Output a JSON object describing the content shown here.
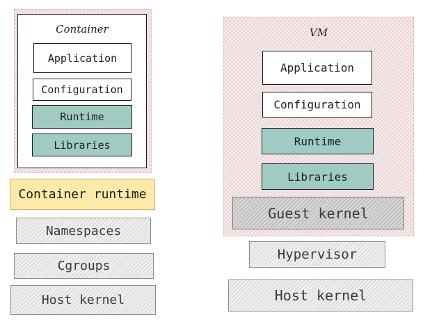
{
  "container_stack": {
    "title": "Container",
    "layers": {
      "application": "Application",
      "configuration": "Configuration",
      "runtime": "Runtime",
      "libraries": "Libraries"
    },
    "container_runtime": "Container runtime",
    "namespaces": "Namespaces",
    "cgroups": "Cgroups",
    "host_kernel": "Host kernel"
  },
  "vm_stack": {
    "title": "VM",
    "layers": {
      "application": "Application",
      "configuration": "Configuration",
      "runtime": "Runtime",
      "libraries": "Libraries"
    },
    "guest_kernel": "Guest kernel",
    "hypervisor": "Hypervisor",
    "host_kernel": "Host kernel"
  },
  "colors": {
    "teal": "#9fcbc2",
    "yellow": "#fdeaa8",
    "red_hatch": "#e7b7b7",
    "gray_hatch": "#d6d6d6"
  }
}
